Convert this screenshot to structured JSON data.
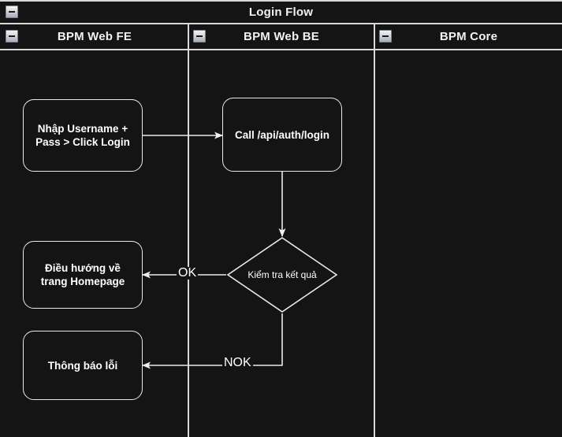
{
  "pool": {
    "title": "Login Flow",
    "collapse_icon": "minus-box-icon"
  },
  "lanes": [
    {
      "id": "fe",
      "title": "BPM Web FE",
      "collapse_icon": "minus-box-icon"
    },
    {
      "id": "be",
      "title": "BPM Web BE",
      "collapse_icon": "minus-box-icon"
    },
    {
      "id": "core",
      "title": "BPM Core",
      "collapse_icon": "minus-box-icon"
    }
  ],
  "nodes": {
    "login": {
      "label": "Nhập Username + Pass > Click Login",
      "type": "task",
      "lane": "fe"
    },
    "call": {
      "label": "Call /api/auth/login",
      "type": "task",
      "lane": "be"
    },
    "check": {
      "label": "Kiểm tra kết quả",
      "type": "decision",
      "lane": "be"
    },
    "home": {
      "label": "Điều hướng về trang Homepage",
      "type": "task",
      "lane": "fe"
    },
    "error": {
      "label": "Thông báo lỗi",
      "type": "task",
      "lane": "fe"
    }
  },
  "edges": [
    {
      "from": "login",
      "to": "call",
      "label": ""
    },
    {
      "from": "call",
      "to": "check",
      "label": ""
    },
    {
      "from": "check",
      "to": "home",
      "label": "OK"
    },
    {
      "from": "check",
      "to": "error",
      "label": "NOK"
    }
  ],
  "colors": {
    "background": "#141414",
    "stroke": "#e9e9e9",
    "text": "#ffffff",
    "lane_divider": "#d8d8d8"
  }
}
